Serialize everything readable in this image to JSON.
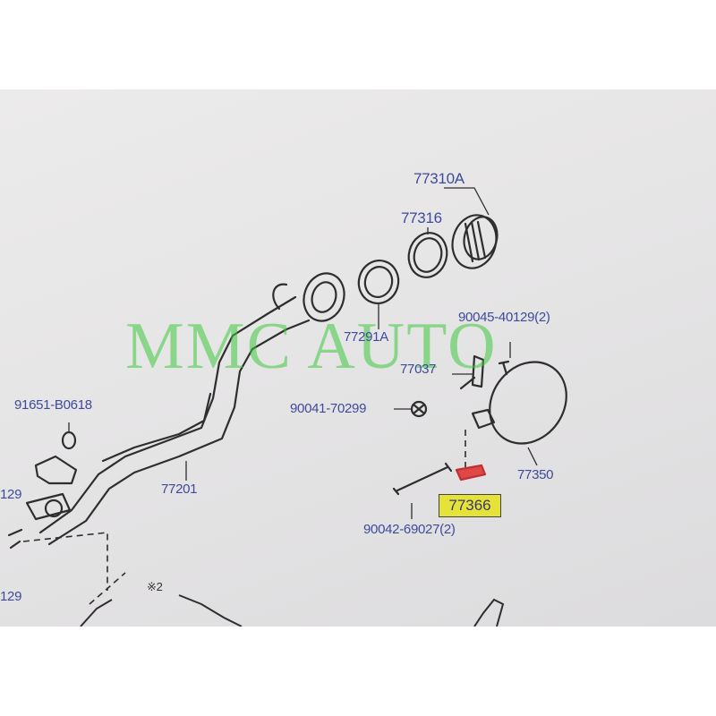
{
  "parts": {
    "p77310A": "77310A",
    "p77316": "77316",
    "p77291A": "77291A",
    "p90045": "90045-40129",
    "p90045_qty": "(2)",
    "p77037": "77037",
    "p90041": "90041-70299",
    "p91651": "91651-B0618",
    "p77201": "77201",
    "p77350": "77350",
    "p77366": "77366",
    "p90042": "90042-69027",
    "p90042_qty": "(2)",
    "partial_129_top": "129",
    "partial_129_bottom": "129",
    "note_x2": "※2"
  },
  "watermark": "MMC AUTO",
  "colors": {
    "label": "#3f4a9a",
    "highlight": "#e5e23a",
    "watermark": "#3cc83c",
    "line": "#2e2e2e"
  }
}
